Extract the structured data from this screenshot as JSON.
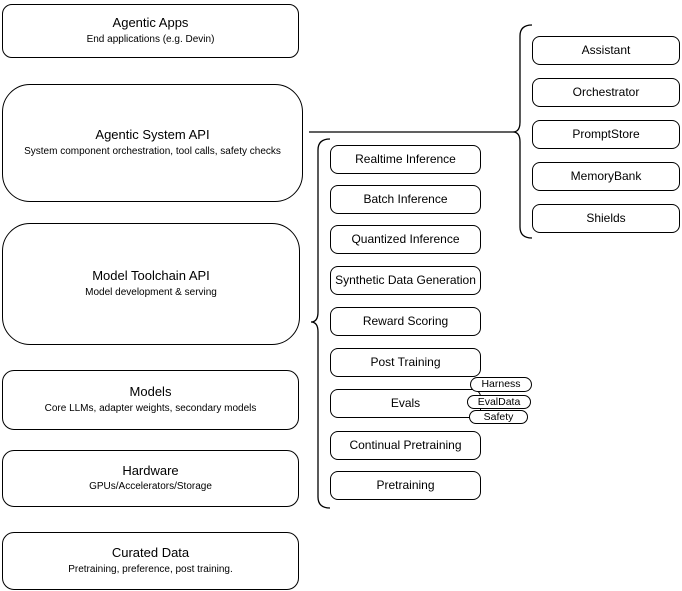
{
  "diagram": {
    "left_column": [
      {
        "title": "Agentic Apps",
        "subtitle": "End applications (e.g. Devin)"
      },
      {
        "title": "Agentic System API",
        "subtitle": "System component orchestration, tool calls, safety checks"
      },
      {
        "title": "Model Toolchain API",
        "subtitle": "Model development & serving"
      },
      {
        "title": "Models",
        "subtitle": "Core LLMs, adapter weights, secondary models"
      },
      {
        "title": "Hardware",
        "subtitle": "GPUs/Accelerators/Storage"
      },
      {
        "title": "Curated Data",
        "subtitle": "Pretraining, preference, post training."
      }
    ],
    "toolchain_items": [
      "Realtime Inference",
      "Batch Inference",
      "Quantized Inference",
      "Synthetic Data Generation",
      "Reward Scoring",
      "Post Training",
      "Evals",
      "Continual Pretraining",
      "Pretraining"
    ],
    "eval_pills": [
      "Harness",
      "EvalData",
      "Safety"
    ],
    "agentic_items": [
      "Assistant",
      "Orchestrator",
      "PromptStore",
      "MemoryBank",
      "Shields"
    ],
    "colors": {
      "stroke": "#000000",
      "fill": "#ffffff",
      "background": "#ffffff"
    }
  }
}
